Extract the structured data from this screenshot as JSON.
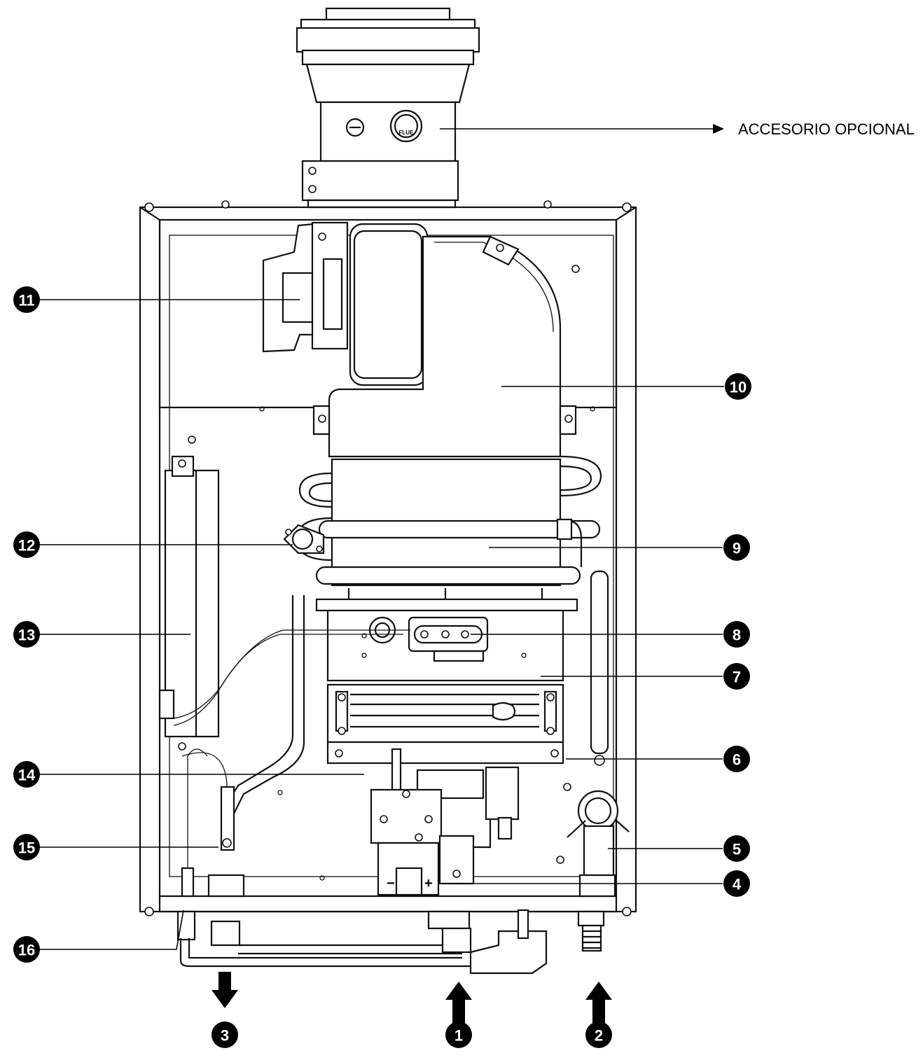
{
  "accessory_label": "ACCESORIO OPCIONAL",
  "flue_text": "FLUE",
  "gas_valve": {
    "minus": "−",
    "plus": "+"
  },
  "callouts": [
    {
      "id": "c1",
      "number": "1"
    },
    {
      "id": "c2",
      "number": "2"
    },
    {
      "id": "c3",
      "number": "3"
    },
    {
      "id": "c4",
      "number": "4"
    },
    {
      "id": "c5",
      "number": "5"
    },
    {
      "id": "c6",
      "number": "6"
    },
    {
      "id": "c7",
      "number": "7"
    },
    {
      "id": "c8",
      "number": "8"
    },
    {
      "id": "c9",
      "number": "9"
    },
    {
      "id": "c10",
      "number": "10"
    },
    {
      "id": "c11",
      "number": "11"
    },
    {
      "id": "c12",
      "number": "12"
    },
    {
      "id": "c13",
      "number": "13"
    },
    {
      "id": "c14",
      "number": "14"
    },
    {
      "id": "c15",
      "number": "15"
    },
    {
      "id": "c16",
      "number": "16"
    }
  ]
}
